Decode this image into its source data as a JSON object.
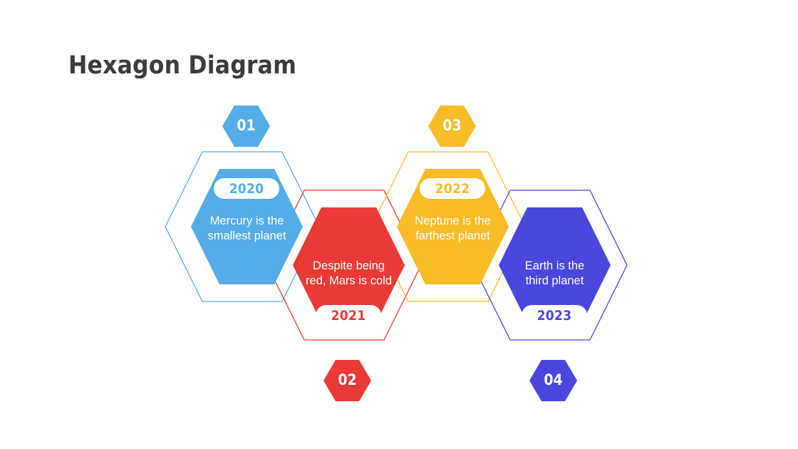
{
  "slide": {
    "title": "Hexagon Diagram",
    "title_color": "#3c3c3c",
    "background": "#ffffff"
  },
  "palette": {
    "blue_light": "#54ace9",
    "red": "#e93a35",
    "yellow": "#f8bc27",
    "blue_dark": "#4a47de"
  },
  "steps": [
    {
      "badge": "01",
      "year": "2020",
      "text": "Mercury is the\nsmallest planet",
      "color": "#54ace9",
      "position": "top-left"
    },
    {
      "badge": "02",
      "year": "2021",
      "text": "Despite being\nred, Mars is cold",
      "color": "#e93a35",
      "position": "bottom-left"
    },
    {
      "badge": "03",
      "year": "2022",
      "text": "Neptune is the\nfarthest planet",
      "color": "#f8bc27",
      "position": "top-right"
    },
    {
      "badge": "04",
      "year": "2023",
      "text": "Earth is the\nthird planet",
      "color": "#4a47de",
      "position": "bottom-right"
    }
  ]
}
